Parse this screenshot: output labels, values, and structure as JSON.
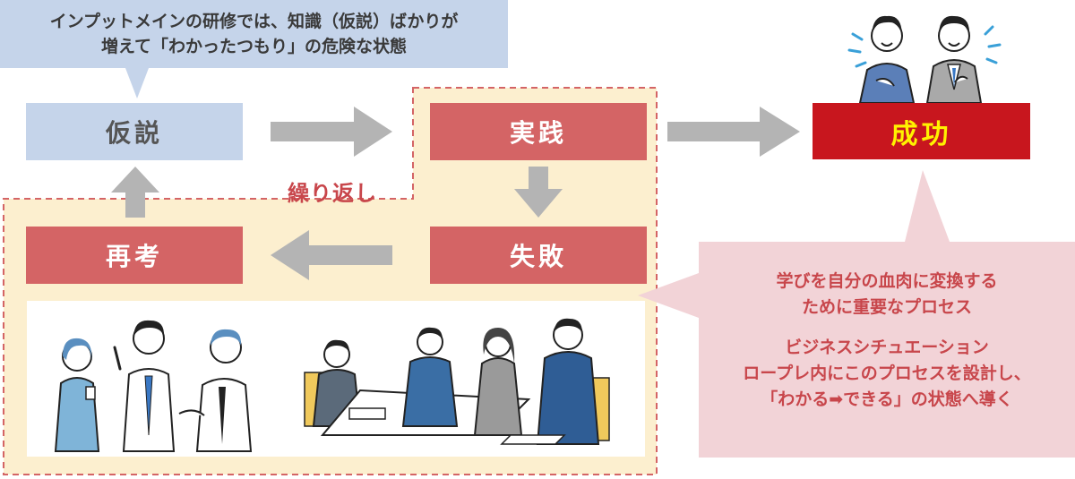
{
  "top_callout": {
    "line1": "インプットメインの研修では、知識（仮説）ばかりが",
    "line2": "増えて「わかったつもり」の危険な状態"
  },
  "steps": {
    "hypothesis": "仮説",
    "practice": "実践",
    "failure": "失敗",
    "rethink": "再考",
    "success": "成功"
  },
  "loop_label": "繰り返し",
  "right_callout": {
    "line1": "学びを自分の血肉に変換する",
    "line2": "ために重要なプロセス",
    "line3": "ビジネスシチュエーション",
    "line4": "ロープレ内にこのプロセスを設計し、",
    "line5": "「わかる➡できる」の状態へ導く"
  },
  "colors": {
    "hypothesis_fill": "#c5d4ea",
    "step_fill": "#d46465",
    "success_fill": "#c8161e",
    "success_text": "#fff200",
    "loop_fill": "#fcefcf",
    "loop_border": "#d46465",
    "arrow": "#b4b4b4",
    "callout_pink": "#f2d3d7"
  }
}
